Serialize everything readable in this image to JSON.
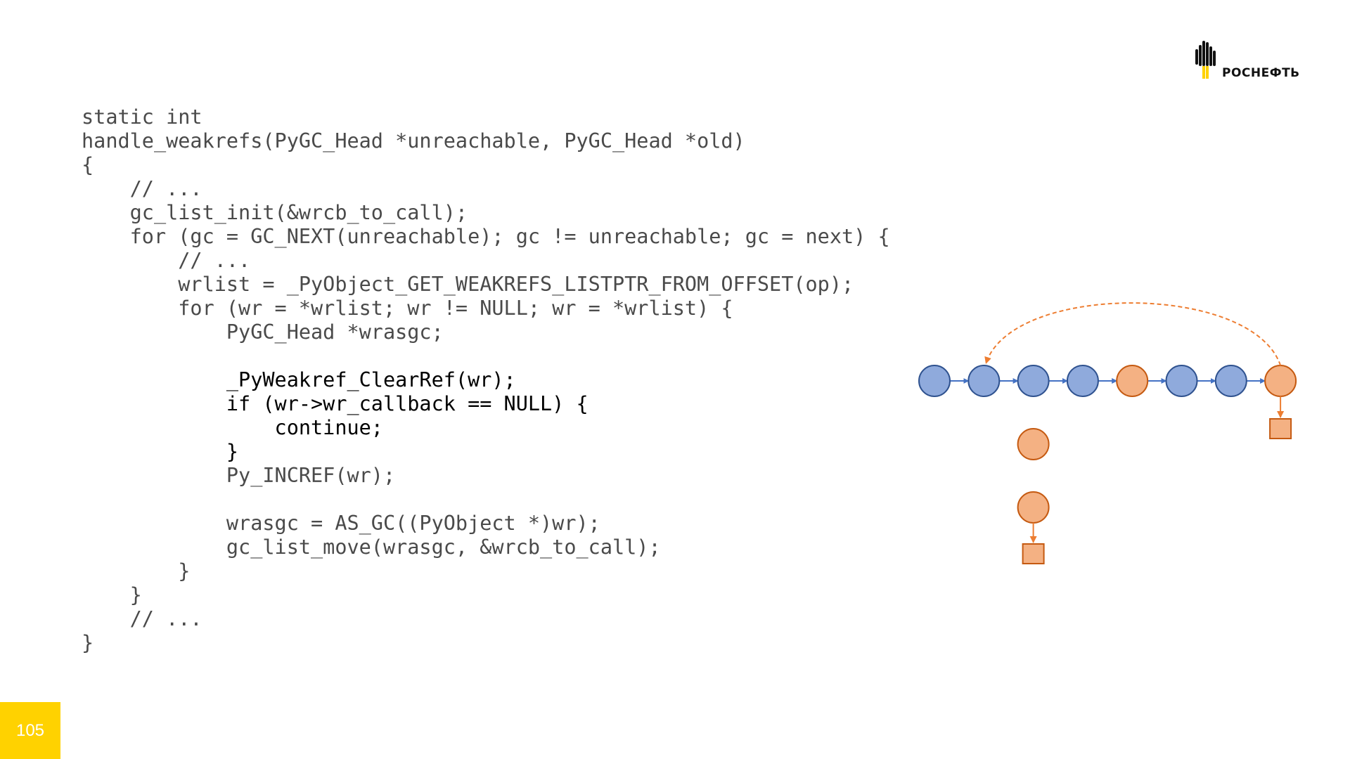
{
  "code": {
    "lines": [
      {
        "text": "static int",
        "highlight": false
      },
      {
        "text": "handle_weakrefs(PyGC_Head *unreachable, PyGC_Head *old)",
        "highlight": false
      },
      {
        "text": "{",
        "highlight": false
      },
      {
        "text": "    // ...",
        "highlight": false
      },
      {
        "text": "    gc_list_init(&wrcb_to_call);",
        "highlight": false
      },
      {
        "text": "    for (gc = GC_NEXT(unreachable); gc != unreachable; gc = next) {",
        "highlight": false
      },
      {
        "text": "        // ...",
        "highlight": false
      },
      {
        "text": "        wrlist = _PyObject_GET_WEAKREFS_LISTPTR_FROM_OFFSET(op);",
        "highlight": false
      },
      {
        "text": "        for (wr = *wrlist; wr != NULL; wr = *wrlist) {",
        "highlight": false
      },
      {
        "text": "            PyGC_Head *wrasgc;",
        "highlight": false
      },
      {
        "text": "",
        "highlight": false
      },
      {
        "text": "            _PyWeakref_ClearRef(wr);",
        "highlight": true
      },
      {
        "text": "            if (wr->wr_callback == NULL) {",
        "highlight": true
      },
      {
        "text": "                continue;",
        "highlight": true
      },
      {
        "text": "            }",
        "highlight": true
      },
      {
        "text": "            Py_INCREF(wr);",
        "highlight": false
      },
      {
        "text": "",
        "highlight": false
      },
      {
        "text": "            wrasgc = AS_GC((PyObject *)wr);",
        "highlight": false
      },
      {
        "text": "            gc_list_move(wrasgc, &wrcb_to_call);",
        "highlight": false
      },
      {
        "text": "        }",
        "highlight": false
      },
      {
        "text": "    }",
        "highlight": false
      },
      {
        "text": "    // ...",
        "highlight": false
      },
      {
        "text": "}",
        "highlight": false
      }
    ]
  },
  "logo": {
    "text": "РОСНЕФТЬ",
    "icon": "rosneft-logo-icon",
    "colors": {
      "black": "#111111",
      "yellow": "#ffd200"
    }
  },
  "page": {
    "number": "105",
    "badge_color": "#ffd200"
  },
  "diagram": {
    "colors": {
      "blue_fill": "#8faadc",
      "blue_stroke": "#2f528f",
      "orange_fill": "#f4b183",
      "orange_stroke": "#c55a11",
      "blue_arrow": "#4472c4",
      "orange_arrow": "#ed7d31"
    },
    "chain": [
      "blue",
      "blue",
      "blue",
      "blue",
      "orange",
      "blue",
      "blue",
      "orange"
    ],
    "back_reference": {
      "from_node": 7,
      "to_node": 1
    },
    "chain_callback_node": 7,
    "detached": [
      {
        "kind": "object",
        "has_callback": false
      },
      {
        "kind": "object",
        "has_callback": true
      }
    ]
  }
}
